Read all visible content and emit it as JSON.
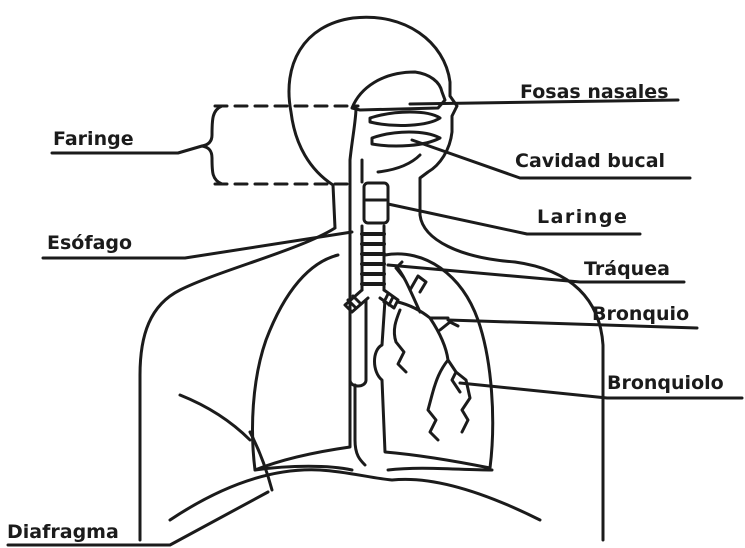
{
  "labels": {
    "fosas_nasales": "Fosas nasales",
    "faringe": "Faringe",
    "cavidad_bucal": "Cavidad bucal",
    "laringe": "Laringe",
    "esofago": "Esófago",
    "traquea": "Tráquea",
    "bronquio": "Bronquio",
    "bronquiolo": "Bronquiolo",
    "diafragma": "Diafragma"
  },
  "colors": {
    "ink": "#1b1b1b",
    "background": "#ffffff"
  }
}
